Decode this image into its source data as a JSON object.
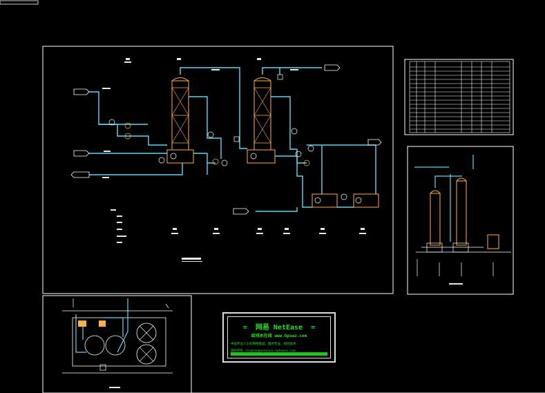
{
  "banner": {
    "title": "=  网易 NetEase  =",
    "subtitle": "给排水在线  www.Gpswz.com",
    "line1": "中国专业人士的网络家园，服务专业，研究技术",
    "line2": "版权所有  lingtan@netease.netease.com"
  },
  "colors": {
    "background": "#000000",
    "frame": "#ffffff",
    "pipe": "#5fd8f0",
    "vessel": "#ffb040",
    "banner_text": "#22e022",
    "equipment": "#e8e8e8"
  },
  "icons": [
    "column-tower",
    "pump-symbol",
    "tank-symbol",
    "arrow-tag",
    "valve-symbol"
  ]
}
